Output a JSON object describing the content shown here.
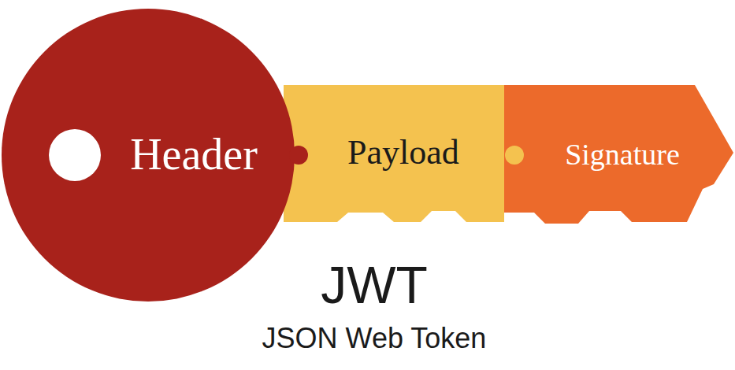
{
  "diagram": {
    "nodes": [
      {
        "text": [
          "Header"
        ]
      },
      {
        "text": [
          "Payload"
        ]
      },
      {
        "text": [
          "Signature"
        ]
      }
    ],
    "labels": [
      "JWT",
      "JSON Web Token"
    ]
  }
}
